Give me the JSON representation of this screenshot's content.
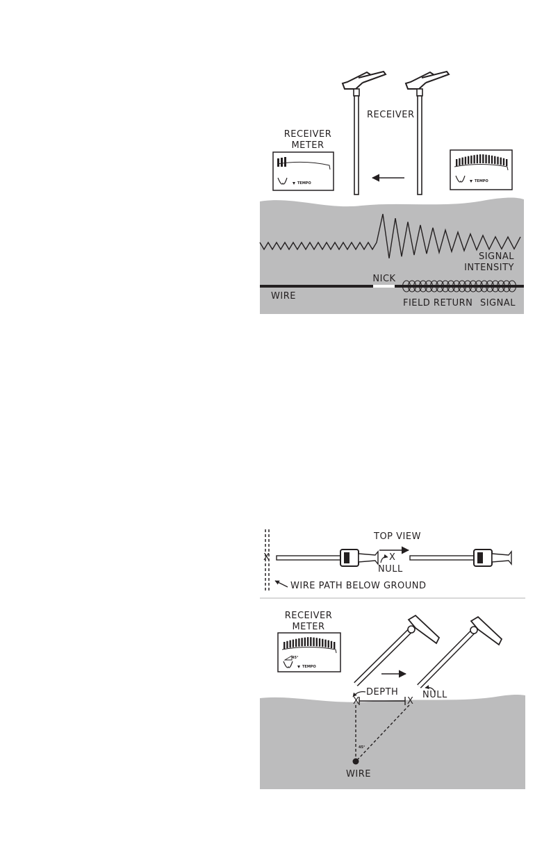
{
  "diagram1": {
    "receiver_label": "RECEIVER",
    "meter_label_line1": "RECEIVER",
    "meter_label_line2": "METER",
    "brand": "TEMPO",
    "signal_intensity_line1": "SIGNAL",
    "signal_intensity_line2": "INTENSITY",
    "nick_label": "NICK",
    "wire_label": "WIRE",
    "field_return_label": "FIELD RETURN",
    "signal_label": "SIGNAL",
    "colors": {
      "ground": "#bcbcbd",
      "ink": "#231f20",
      "panel": "#ffffff"
    }
  },
  "diagram2": {
    "top_view_label": "TOP VIEW",
    "null_label": "NULL",
    "x_mark": "X",
    "wire_path_label": "WIRE PATH BELOW GROUND"
  },
  "diagram3": {
    "meter_label_line1": "RECEIVER",
    "meter_label_line2": "METER",
    "brand": "TEMPO",
    "angle_badge": "45°",
    "depth_label": "DEPTH",
    "null_label": "NULL",
    "angle_label": "45°",
    "x_mark": "X",
    "wire_label": "WIRE"
  }
}
